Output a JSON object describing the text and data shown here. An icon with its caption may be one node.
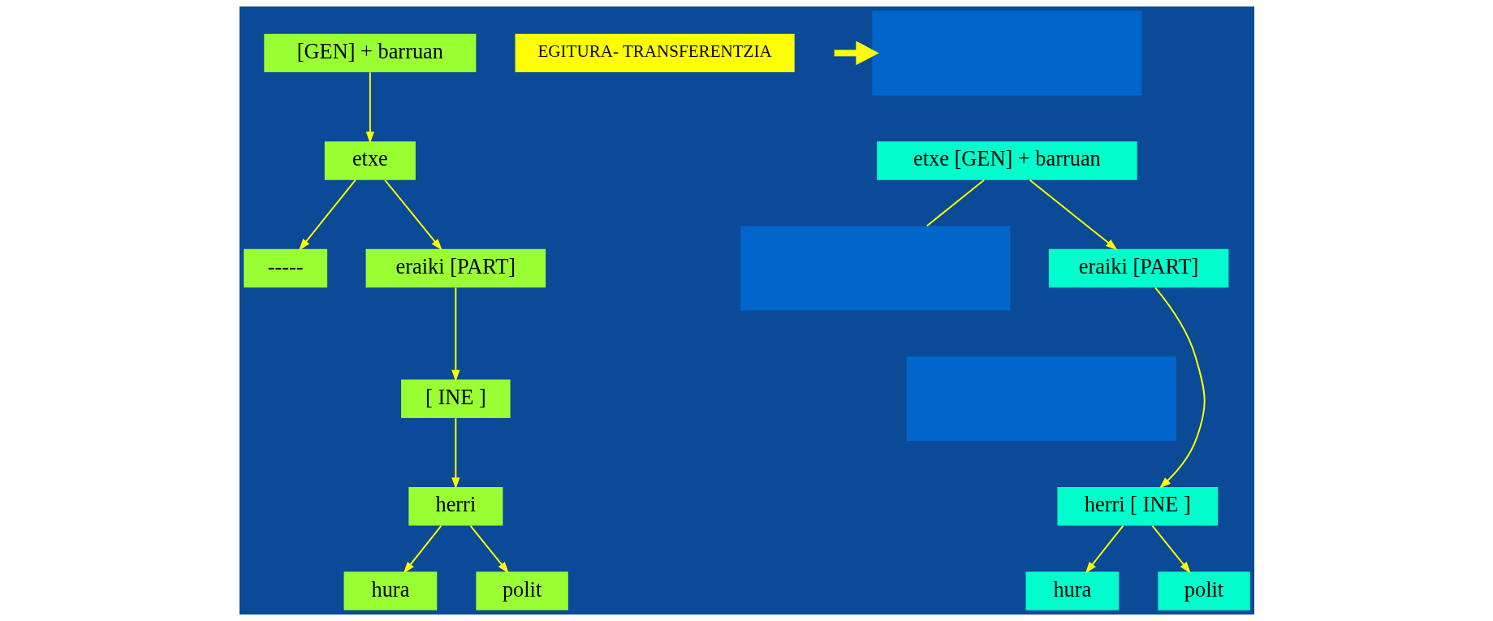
{
  "diagram": {
    "nodes": [
      {
        "text": [
          "[GEN] + barruan"
        ]
      },
      {
        "text": [
          "etxe"
        ]
      },
      {
        "text": [
          "-----"
        ]
      },
      {
        "text": [
          "eraiki [PART]"
        ]
      },
      {
        "text": [
          "[ INE ]"
        ]
      },
      {
        "text": [
          "herri"
        ]
      },
      {
        "text": [
          "hura"
        ]
      },
      {
        "text": [
          "polit"
        ]
      },
      {
        "text": [
          "EGITURA- TRANSFERENTZIA"
        ]
      },
      {
        "text": [],
        "shape": "box"
      },
      {
        "text": [
          "etxe [GEN] + barruan"
        ]
      },
      {
        "text": [],
        "shape": "box"
      },
      {
        "text": [
          "eraiki [PART]"
        ]
      },
      {
        "text": [],
        "shape": "box"
      },
      {
        "text": [
          "herri [ INE ]"
        ]
      },
      {
        "text": [
          "hura"
        ]
      },
      {
        "text": [
          "polit"
        ]
      }
    ],
    "edges": [
      {
        "from": 0,
        "to": 1,
        "arrow": "to"
      },
      {
        "from": 1,
        "to": 2,
        "arrow": "to"
      },
      {
        "from": 1,
        "to": 3,
        "arrow": "to"
      },
      {
        "from": 3,
        "to": 4,
        "arrow": "to"
      },
      {
        "from": 4,
        "to": 5,
        "arrow": "to"
      },
      {
        "from": 5,
        "to": 6,
        "arrow": "to"
      },
      {
        "from": 5,
        "to": 7,
        "arrow": "to"
      },
      {
        "from": null,
        "to": 9,
        "arrow": "to",
        "style": "thick"
      },
      {
        "from": 10,
        "to": 11,
        "arrow": "none"
      },
      {
        "from": 10,
        "to": 12,
        "arrow": "to"
      },
      {
        "from": 12,
        "to": 14,
        "arrow": "to"
      },
      {
        "from": 14,
        "to": 15,
        "arrow": "to"
      },
      {
        "from": 14,
        "to": 16,
        "arrow": "to"
      }
    ]
  }
}
